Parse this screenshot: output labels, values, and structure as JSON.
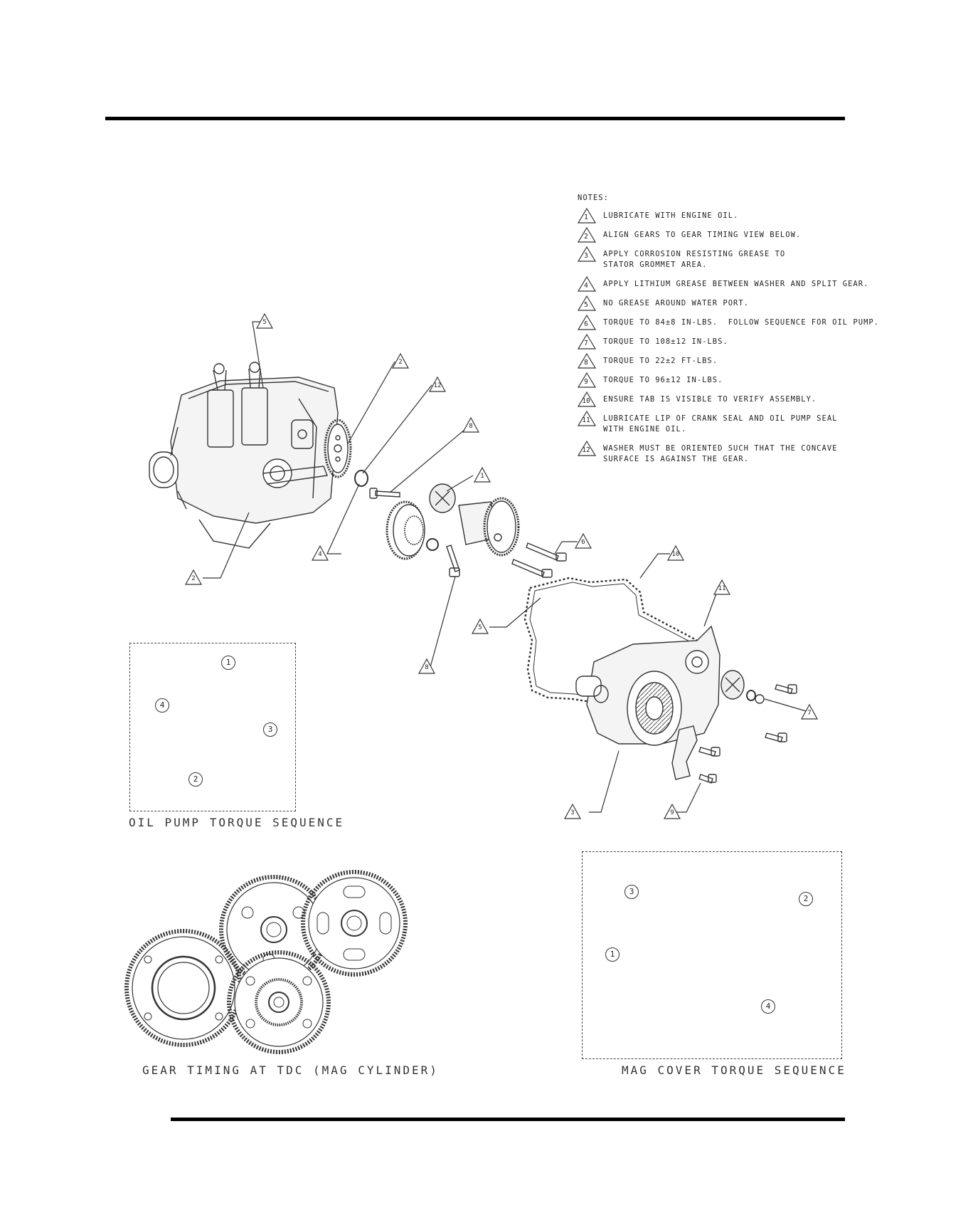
{
  "notes": {
    "heading": "NOTES:",
    "items": [
      {
        "num": "1",
        "lines": [
          "LUBRICATE WITH ENGINE OIL."
        ]
      },
      {
        "num": "2",
        "lines": [
          "ALIGN GEARS TO GEAR TIMING VIEW BELOW."
        ]
      },
      {
        "num": "3",
        "lines": [
          "APPLY CORROSION RESISTING GREASE TO",
          "STATOR GROMMET AREA."
        ]
      },
      {
        "num": "4",
        "lines": [
          "APPLY LITHIUM GREASE BETWEEN WASHER AND SPLIT GEAR."
        ]
      },
      {
        "num": "5",
        "lines": [
          "NO GREASE AROUND WATER PORT."
        ]
      },
      {
        "num": "6",
        "lines": [
          "TORQUE TO 84±8 IN-LBS.  FOLLOW SEQUENCE FOR OIL PUMP."
        ]
      },
      {
        "num": "7",
        "lines": [
          "TORQUE TO 108±12 IN-LBS."
        ]
      },
      {
        "num": "8",
        "lines": [
          "TORQUE TO 22±2 FT-LBS."
        ]
      },
      {
        "num": "9",
        "lines": [
          "TORQUE TO 96±12 IN-LBS."
        ]
      },
      {
        "num": "10",
        "lines": [
          "ENSURE TAB IS VISIBLE TO VERIFY ASSEMBLY."
        ]
      },
      {
        "num": "11",
        "lines": [
          "LUBRICATE LIP OF CRANK SEAL AND OIL PUMP SEAL",
          "WITH ENGINE OIL."
        ]
      },
      {
        "num": "12",
        "lines": [
          "WASHER MUST BE ORIENTED SUCH THAT THE CONCAVE",
          "SURFACE IS AGAINST THE GEAR."
        ]
      }
    ]
  },
  "callouts": [
    "5",
    "2",
    "12",
    "8",
    "1",
    "6",
    "10",
    "11",
    "4",
    "2",
    "5",
    "8",
    "7",
    "3",
    "9"
  ],
  "oil_pump_sequence": {
    "caption": "OIL PUMP TORQUE SEQUENCE",
    "points": [
      "1",
      "4",
      "3",
      "2"
    ]
  },
  "gear_timing": {
    "caption": "GEAR TIMING AT TDC (MAG CYLINDER)"
  },
  "mag_cover_sequence": {
    "caption": "MAG COVER TORQUE SEQUENCE",
    "points": [
      "3",
      "2",
      "1",
      "4"
    ]
  }
}
